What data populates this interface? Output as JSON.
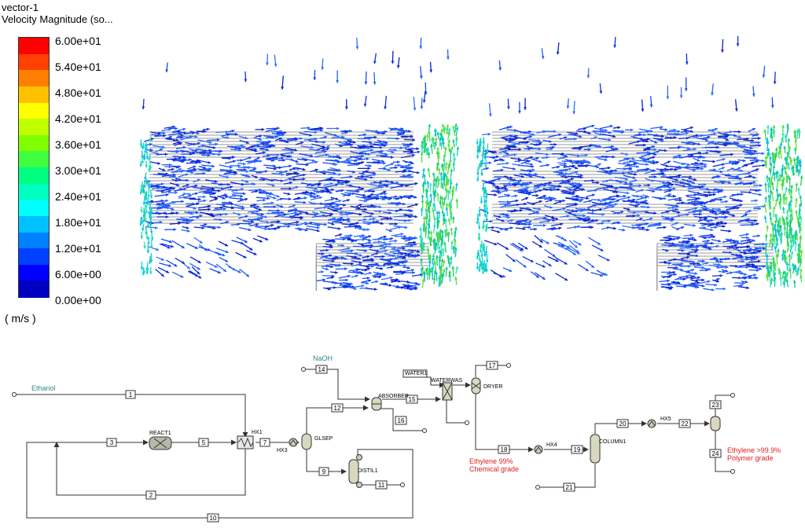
{
  "legend": {
    "title": "vector-1",
    "subtitle": "Velocity Magnitude (so...",
    "units": "( m/s )",
    "ticks": [
      "6.00e+01",
      "5.40e+01",
      "4.80e+01",
      "4.20e+01",
      "3.60e+01",
      "3.00e+01",
      "2.40e+01",
      "1.80e+01",
      "1.20e+01",
      "6.00e+00",
      "0.00e+00"
    ],
    "colors": [
      "#ff0000",
      "#ff4000",
      "#ff8000",
      "#ffc000",
      "#ffff00",
      "#c0ff00",
      "#80ff00",
      "#40ff40",
      "#00ff80",
      "#00ffc0",
      "#00ffff",
      "#00c0ff",
      "#0080ff",
      "#0040ff",
      "#0000ff",
      "#0000c0"
    ]
  },
  "flowsheet": {
    "labels": {
      "ethanol": "Ethanol",
      "naoh": "NaOH",
      "ethylene99": "Ethylene 99%",
      "chemical_grade": "Chemical grade",
      "ethylene999": "Ethylene >99.9%",
      "polymer_grade": "Polymer grade"
    },
    "blocks": {
      "react1": "REACT1",
      "hx1": "HX1",
      "hx3": "HX3",
      "glsep": "GLSEP",
      "distil1": "DISTIL1",
      "absorber": "ABSORBER",
      "water1": "WATER1",
      "waterwas": "WATERWAS",
      "dryer": "DRYER",
      "hx4": "HX4",
      "column1": "COLUMN1",
      "hx5": "HX5"
    },
    "streams": [
      "1",
      "2",
      "3",
      "5",
      "7",
      "9",
      "10",
      "11",
      "12",
      "14",
      "15",
      "16",
      "17",
      "18",
      "19",
      "20",
      "21",
      "22",
      "23",
      "24"
    ],
    "colors": {
      "feed_label": "#2a8a8a",
      "product_label": "#e02020",
      "line": "#333333"
    }
  }
}
